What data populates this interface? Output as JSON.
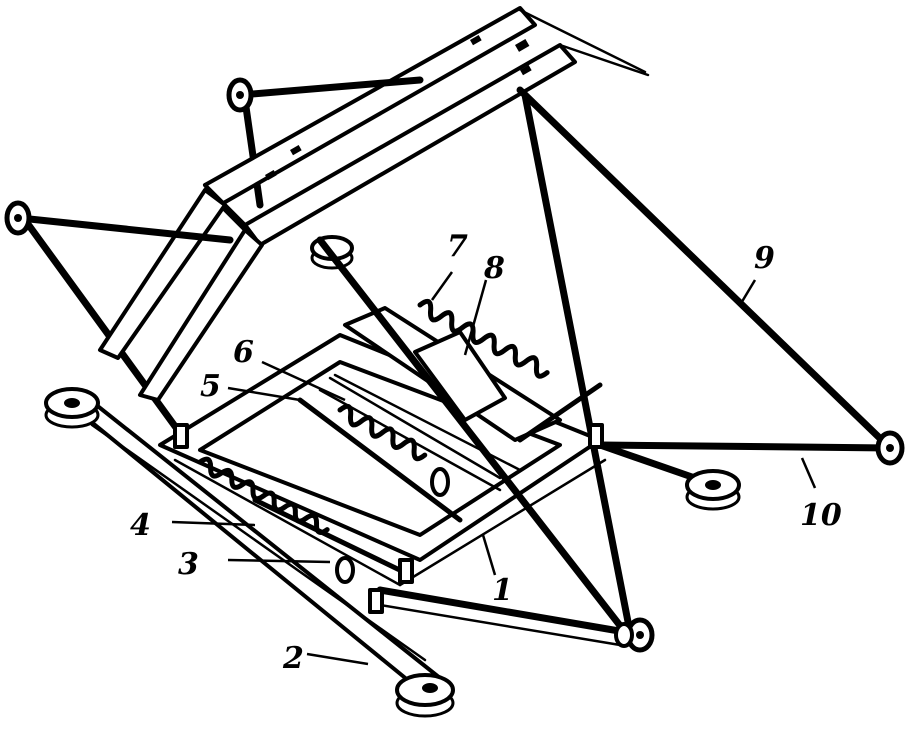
{
  "diagram": {
    "labels": [
      {
        "id": "1",
        "text": "1"
      },
      {
        "id": "2",
        "text": "2"
      },
      {
        "id": "3",
        "text": "3"
      },
      {
        "id": "4",
        "text": "4"
      },
      {
        "id": "5",
        "text": "5"
      },
      {
        "id": "6",
        "text": "6"
      },
      {
        "id": "7",
        "text": "7"
      },
      {
        "id": "8",
        "text": "8"
      },
      {
        "id": "9",
        "text": "9"
      },
      {
        "id": "10",
        "text": "10"
      }
    ]
  },
  "colors": {
    "ink": "#000000",
    "paper": "#ffffff"
  }
}
